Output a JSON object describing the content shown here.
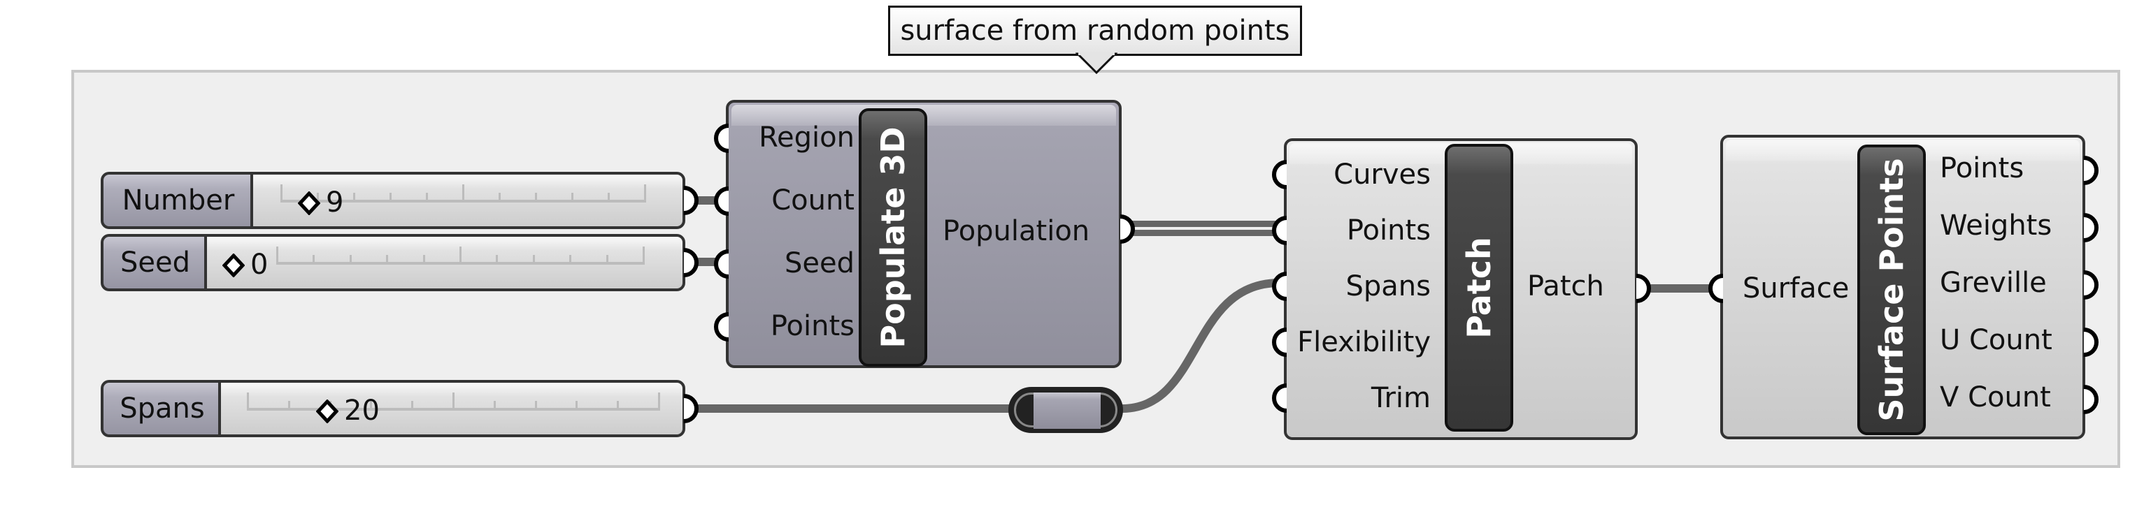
{
  "group": {
    "label": "surface from random points"
  },
  "sliders": [
    {
      "name": "Number",
      "value": "9",
      "position_fraction": 0.09
    },
    {
      "name": "Seed",
      "value": "0",
      "position_fraction": 0.0
    },
    {
      "name": "Spans",
      "value": "20",
      "position_fraction": 0.2
    }
  ],
  "components": {
    "populate3d": {
      "title": "Populate 3D",
      "inputs": [
        "Region",
        "Count",
        "Seed",
        "Points"
      ],
      "outputs": [
        "Population"
      ]
    },
    "patch": {
      "title": "Patch",
      "inputs": [
        "Curves",
        "Points",
        "Spans",
        "Flexibility",
        "Trim"
      ],
      "outputs": [
        "Patch"
      ]
    },
    "surface_points": {
      "title": "Surface Points",
      "inputs": [
        "Surface"
      ],
      "outputs": [
        "Points",
        "Weights",
        "Greville",
        "U Count",
        "V Count"
      ]
    }
  },
  "colors": {
    "canvas": "#efefef",
    "group_border": "#c8c8c8",
    "wire": "#666666",
    "component_dark": "#a4a3b0",
    "component_light": "#e2e2e2",
    "titlebar": "#3c3c3c"
  }
}
